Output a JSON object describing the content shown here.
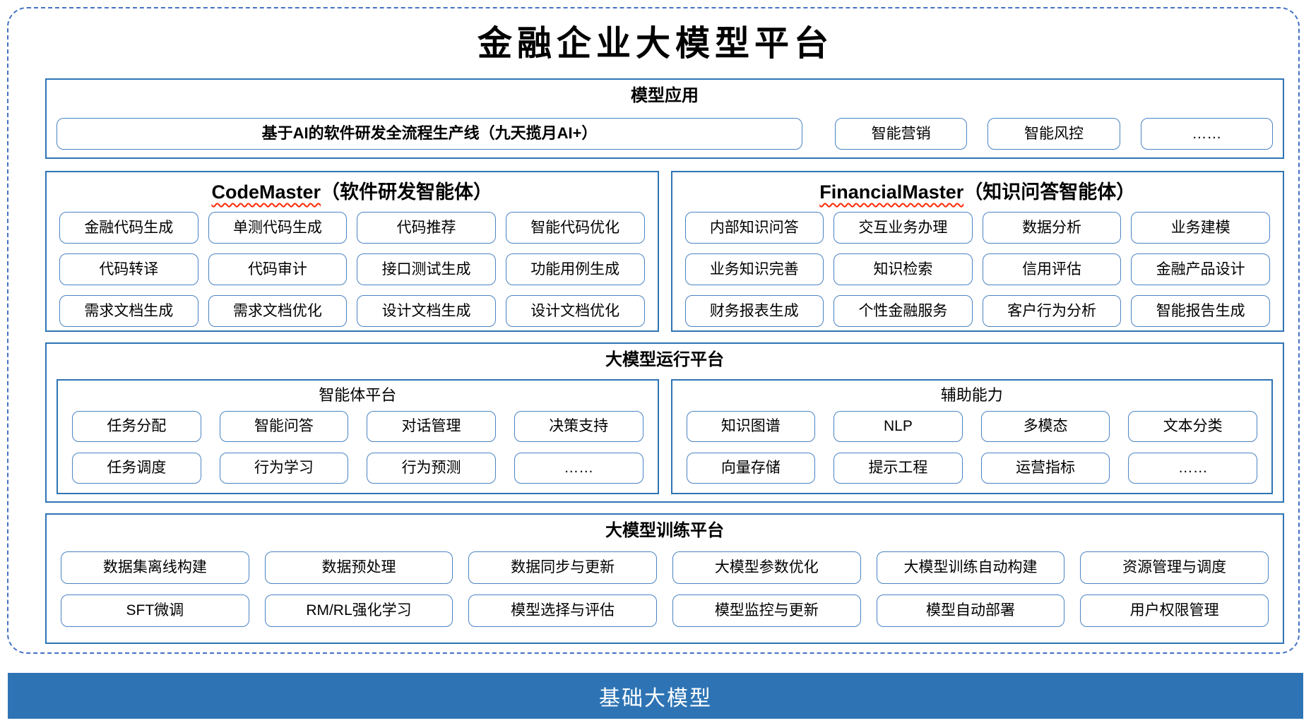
{
  "title": "金融企业大模型平台",
  "colors": {
    "frame_dash": "#4472C4",
    "section_border": "#2E74B5",
    "pill_border": "#4B83C3",
    "squiggle_red": "#FF2B06",
    "foundation_bg": "#2E74B5",
    "foundation_text": "#FFFFFF"
  },
  "model_apps": {
    "header": "模型应用",
    "pipeline": "基于AI的软件研发全流程生产线（九天揽月AI+）",
    "items": [
      "智能营销",
      "智能风控",
      "……"
    ]
  },
  "code_master": {
    "header_en": "CodeMaster",
    "header_cn": "（软件研发智能体）",
    "items": [
      "金融代码生成",
      "单测代码生成",
      "代码推荐",
      "智能代码优化",
      "代码转译",
      "代码审计",
      "接口测试生成",
      "功能用例生成",
      "需求文档生成",
      "需求文档优化",
      "设计文档生成",
      "设计文档优化"
    ]
  },
  "financial_master": {
    "header_en": "FinancialMaster",
    "header_cn": "（知识问答智能体）",
    "items": [
      "内部知识问答",
      "交互业务办理",
      "数据分析",
      "业务建模",
      "业务知识完善",
      "知识检索",
      "信用评估",
      "金融产品设计",
      "财务报表生成",
      "个性金融服务",
      "客户行为分析",
      "智能报告生成"
    ]
  },
  "runtime": {
    "header": "大模型运行平台",
    "agent_platform": {
      "header": "智能体平台",
      "items": [
        "任务分配",
        "智能问答",
        "对话管理",
        "决策支持",
        "任务调度",
        "行为学习",
        "行为预测",
        "……"
      ]
    },
    "aux": {
      "header": "辅助能力",
      "items": [
        "知识图谱",
        "NLP",
        "多模态",
        "文本分类",
        "向量存储",
        "提示工程",
        "运营指标",
        "……"
      ]
    }
  },
  "training": {
    "header": "大模型训练平台",
    "items": [
      "数据集离线构建",
      "数据预处理",
      "数据同步与更新",
      "大模型参数优化",
      "大模型训练自动构建",
      "资源管理与调度",
      "SFT微调",
      "RM/RL强化学习",
      "模型选择与评估",
      "模型监控与更新",
      "模型自动部署",
      "用户权限管理"
    ]
  },
  "foundation": {
    "label": "基础大模型"
  }
}
